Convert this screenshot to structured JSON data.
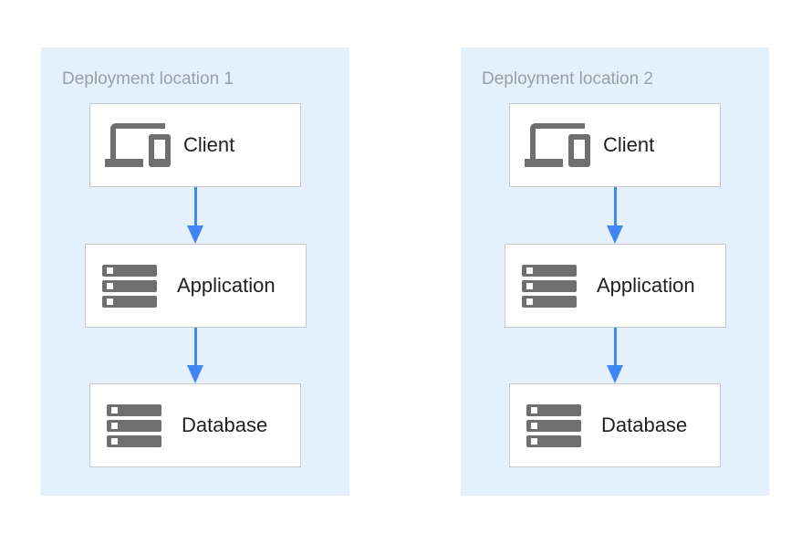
{
  "diagram": {
    "panels": [
      {
        "title": "Deployment location 1",
        "nodes": [
          {
            "label": "Client",
            "icon": "devices-icon"
          },
          {
            "label": "Application",
            "icon": "server-stack-icon"
          },
          {
            "label": "Database",
            "icon": "server-stack-icon"
          }
        ],
        "edges": [
          {
            "from": "Client",
            "to": "Application"
          },
          {
            "from": "Application",
            "to": "Database"
          }
        ]
      },
      {
        "title": "Deployment location 2",
        "nodes": [
          {
            "label": "Client",
            "icon": "devices-icon"
          },
          {
            "label": "Application",
            "icon": "server-stack-icon"
          },
          {
            "label": "Database",
            "icon": "server-stack-icon"
          }
        ],
        "edges": [
          {
            "from": "Client",
            "to": "Application"
          },
          {
            "from": "Application",
            "to": "Database"
          }
        ]
      }
    ],
    "colors": {
      "page_background": "#ffffff",
      "panel_background": "#e4f0fb",
      "node_background": "#ffffff",
      "node_border": "#c9c9c9",
      "icon_gray": "#6f6f6f",
      "title_text": "#9aa0a6",
      "label_text": "#212121",
      "arrow": "#4285f4"
    }
  }
}
